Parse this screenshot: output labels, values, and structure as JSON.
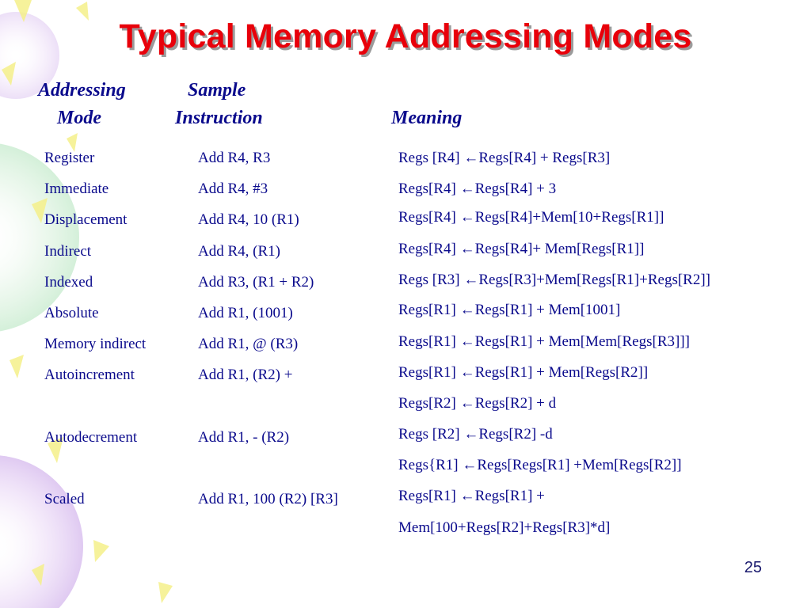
{
  "slide": {
    "title": "Typical Memory Addressing Modes",
    "page_number": "25"
  },
  "headers": {
    "mode_line1": "Addressing",
    "mode_line2": "Mode",
    "instr_line1": "Sample",
    "instr_line2": "Instruction",
    "meaning": "Meaning"
  },
  "modes": [
    "Register",
    "Immediate",
    "Displacement",
    "Indirect",
    "Indexed",
    "Absolute",
    "Memory indirect",
    "Autoincrement",
    "Autodecrement",
    "Scaled"
  ],
  "instructions": [
    "Add R4, R3",
    "Add R4, #3",
    "Add R4, 10 (R1)",
    "Add R4, (R1)",
    "Add R3, (R1 + R2)",
    "Add R1, (1001)",
    "Add R1, @ (R3)",
    "Add R1, (R2) +",
    "Add R1, - (R2)",
    "Add R1, 100 (R2) [R3]"
  ],
  "meanings": [
    "Regs [R4] ←Regs[R4] + Regs[R3]",
    "Regs[R4] ←Regs[R4] + 3",
    "Regs[R4] ←Regs[R4]+Mem[10+Regs[R1]]",
    "Regs[R4] ←Regs[R4]+ Mem[Regs[R1]]",
    "Regs [R3] ←Regs[R3]+Mem[Regs[R1]+Regs[R2]]",
    "Regs[R1] ←Regs[R1] + Mem[1001]",
    "Regs[R1] ←Regs[R1] + Mem[Mem[Regs[R3]]]",
    "Regs[R1] ←Regs[R1] +  Mem[Regs[R2]]",
    "Regs[R2] ←Regs[R2] + d",
    "Regs [R2] ←Regs[R2] -d",
    "Regs{R1] ←Regs[Regs[R1] +Mem[Regs[R2]]",
    "Regs[R1] ←Regs[R1] +",
    "Mem[100+Regs[R2]+Regs[R3]*d]"
  ],
  "colors": {
    "title": "#e8000a",
    "text": "#0a0a8c",
    "accent_yellow": "#f5f08a",
    "accent_lavender": "#e6d2f5",
    "accent_mint": "#d8f0dc"
  }
}
